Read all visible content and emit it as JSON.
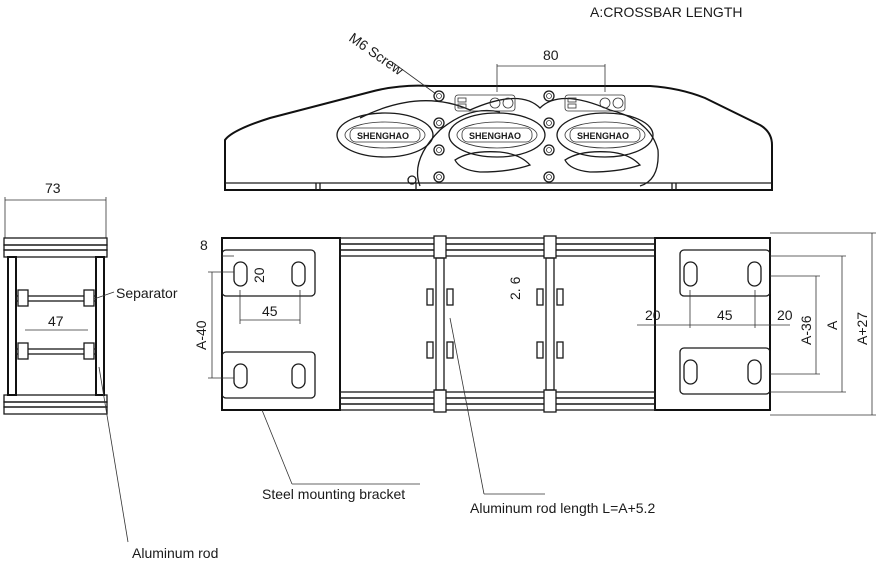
{
  "header": {
    "note": "A:CROSSBAR LENGTH"
  },
  "labels": {
    "m6_screw": "M6 Screw",
    "separator": "Separator",
    "steel_bracket": "Steel mounting bracket",
    "aluminum_rod_length": "Aluminum rod length  L=A+5.2",
    "aluminum_rod": "Aluminum rod",
    "logo_text": "SHENGHAO"
  },
  "dimensions": {
    "d80": "80",
    "d73": "73",
    "d47": "47",
    "d8": "8",
    "d20_slot": "20",
    "d45_left": "45",
    "d_a40": "A-40",
    "d2_6": "2. 6",
    "d20_right_a": "20",
    "d45_right": "45",
    "d20_right_b": "20",
    "d_a36": "A-36",
    "d_a": "A",
    "d_a27": "A+27"
  }
}
